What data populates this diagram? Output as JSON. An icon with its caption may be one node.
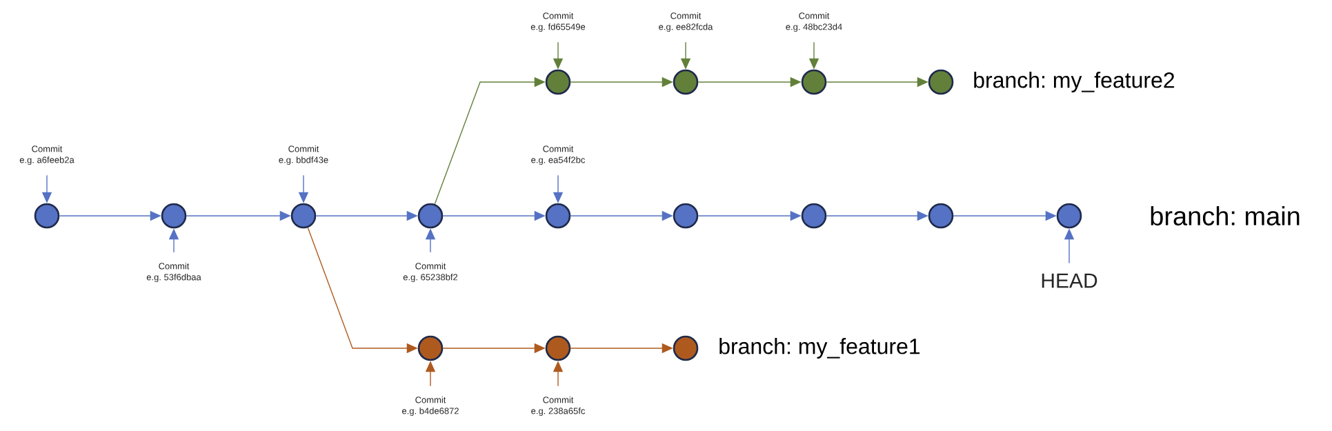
{
  "diagram": {
    "nodes": [
      {
        "text": [],
        "shape": "circle"
      },
      {
        "text": [],
        "shape": "circle"
      },
      {
        "text": [],
        "shape": "circle"
      },
      {
        "text": [],
        "shape": "circle"
      },
      {
        "text": [],
        "shape": "circle"
      },
      {
        "text": [],
        "shape": "circle"
      },
      {
        "text": [],
        "shape": "circle"
      },
      {
        "text": [],
        "shape": "circle"
      },
      {
        "text": [],
        "shape": "circle"
      },
      {
        "text": [],
        "shape": "circle"
      },
      {
        "text": [],
        "shape": "circle"
      },
      {
        "text": [],
        "shape": "circle"
      },
      {
        "text": [],
        "shape": "circle"
      },
      {
        "text": [],
        "shape": "circle"
      },
      {
        "text": [],
        "shape": "circle"
      },
      {
        "text": [],
        "shape": "circle"
      },
      {
        "text": [
          "Commit",
          "e.g. a6feeb2a"
        ]
      },
      {
        "text": [
          "Commit",
          "e.g. 53f6dbaa"
        ]
      },
      {
        "text": [
          "Commit",
          "e.g. bbdf43e"
        ]
      },
      {
        "text": [
          "Commit",
          "e.g. 65238bf2"
        ]
      },
      {
        "text": [
          "Commit",
          "e.g. ea54f2bc"
        ]
      },
      {
        "text": [
          "Commit",
          "e.g. fd65549e"
        ]
      },
      {
        "text": [
          "Commit",
          "e.g. ee82fcda"
        ]
      },
      {
        "text": [
          "Commit",
          "e.g. 48bc23d4"
        ]
      },
      {
        "text": [
          "Commit",
          "e.g. b4de6872"
        ]
      },
      {
        "text": [
          "Commit",
          "e.g. 238a65fc"
        ]
      },
      {
        "text": [
          "HEAD"
        ]
      }
    ],
    "edges": [
      {
        "from": 0,
        "to": 1,
        "arrow": "to"
      },
      {
        "from": 1,
        "to": 2,
        "arrow": "to"
      },
      {
        "from": 2,
        "to": 3,
        "arrow": "to"
      },
      {
        "from": 3,
        "to": 4,
        "arrow": "to"
      },
      {
        "from": 4,
        "to": 5,
        "arrow": "to"
      },
      {
        "from": 5,
        "to": 6,
        "arrow": "to"
      },
      {
        "from": 6,
        "to": 7,
        "arrow": "to"
      },
      {
        "from": 7,
        "to": 8,
        "arrow": "to"
      },
      {
        "from": 3,
        "to": 9,
        "arrow": "to",
        "color": "#62803a"
      },
      {
        "from": 9,
        "to": 10,
        "arrow": "to",
        "color": "#62803a"
      },
      {
        "from": 10,
        "to": 11,
        "arrow": "to",
        "color": "#62803a"
      },
      {
        "from": 11,
        "to": 12,
        "arrow": "to",
        "color": "#62803a"
      },
      {
        "from": 2,
        "to": 13,
        "arrow": "to",
        "color": "#ae5a1f"
      },
      {
        "from": 13,
        "to": 14,
        "arrow": "to",
        "color": "#ae5a1f"
      },
      {
        "from": 14,
        "to": 15,
        "arrow": "to",
        "color": "#ae5a1f"
      },
      {
        "from": 16,
        "to": 0,
        "arrow": "to"
      },
      {
        "from": 17,
        "to": 1,
        "arrow": "to"
      },
      {
        "from": 18,
        "to": 2,
        "arrow": "to"
      },
      {
        "from": 19,
        "to": 3,
        "arrow": "to"
      },
      {
        "from": 20,
        "to": 4,
        "arrow": "to"
      },
      {
        "from": 21,
        "to": 9,
        "arrow": "to",
        "color": "#62803a"
      },
      {
        "from": 22,
        "to": 10,
        "arrow": "to",
        "color": "#62803a"
      },
      {
        "from": 23,
        "to": 11,
        "arrow": "to",
        "color": "#62803a"
      },
      {
        "from": 24,
        "to": 13,
        "arrow": "to",
        "color": "#ae5a1f"
      },
      {
        "from": 25,
        "to": 14,
        "arrow": "to",
        "color": "#ae5a1f"
      },
      {
        "from": 26,
        "to": 8,
        "arrow": "to"
      }
    ],
    "labels": [
      "branch: my_feature2",
      "branch: main",
      "branch: my_feature1"
    ]
  }
}
